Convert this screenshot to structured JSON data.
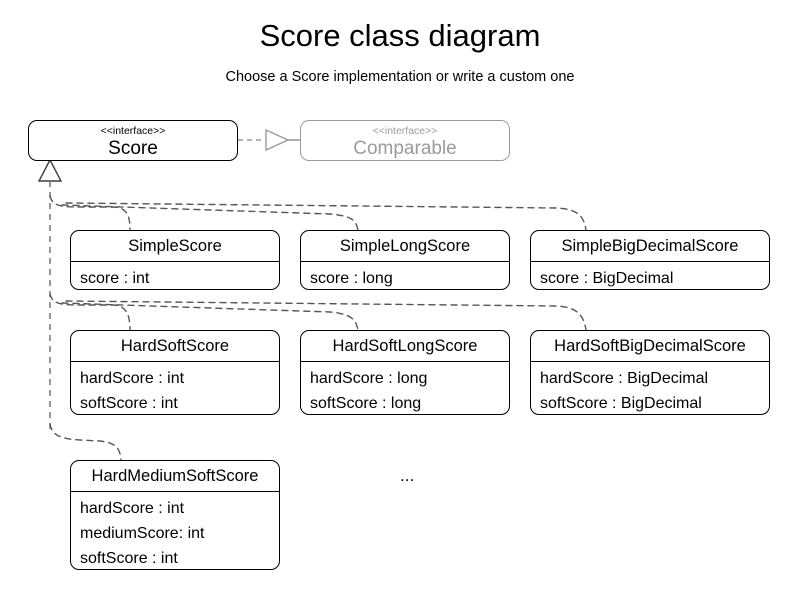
{
  "header": {
    "title": "Score class diagram",
    "subtitle": "Choose a Score implementation or write a custom one"
  },
  "colors": {
    "node_border": "#000000",
    "node_text": "#000000",
    "muted_border": "#9b9b9b",
    "muted_text": "#9b9b9b",
    "edge": "#555555",
    "background": "#ffffff"
  },
  "interfaces": [
    {
      "id": "score",
      "stereotype": "<<interface>>",
      "name": "Score",
      "muted": false
    },
    {
      "id": "comparable",
      "stereotype": "<<interface>>",
      "name": "Comparable",
      "muted": true
    }
  ],
  "classes": [
    {
      "id": "simple-score",
      "title": "SimpleScore",
      "attributes": [
        "score : int"
      ]
    },
    {
      "id": "simple-long-score",
      "title": "SimpleLongScore",
      "attributes": [
        "score : long"
      ]
    },
    {
      "id": "simple-big-decimal-score",
      "title": "SimpleBigDecimalScore",
      "attributes": [
        "score : BigDecimal"
      ]
    },
    {
      "id": "hard-soft-score",
      "title": "HardSoftScore",
      "attributes": [
        "hardScore : int",
        "softScore : int"
      ]
    },
    {
      "id": "hard-soft-long-score",
      "title": "HardSoftLongScore",
      "attributes": [
        "hardScore : long",
        "softScore : long"
      ]
    },
    {
      "id": "hard-soft-big-decimal-score",
      "title": "HardSoftBigDecimalScore",
      "attributes": [
        "hardScore : BigDecimal",
        "softScore : BigDecimal"
      ]
    },
    {
      "id": "hard-medium-soft-score",
      "title": "HardMediumSoftScore",
      "attributes": [
        "hardScore : int",
        "mediumScore: int",
        "softScore : int"
      ]
    }
  ],
  "annotations": {
    "more_implementations": "..."
  },
  "relations": [
    {
      "id": "score-realizes-comparable",
      "kind": "realization",
      "from": "score",
      "to": "comparable",
      "style": "dashed",
      "arrow": "hollow-triangle"
    },
    {
      "id": "implementations-inherit-score",
      "kind": "generalization",
      "from": "score",
      "targets": [
        "simple-score",
        "simple-long-score",
        "simple-big-decimal-score",
        "hard-soft-score",
        "hard-soft-long-score",
        "hard-soft-big-decimal-score",
        "hard-medium-soft-score"
      ],
      "style": "dashed",
      "arrow": "hollow-triangle"
    }
  ]
}
